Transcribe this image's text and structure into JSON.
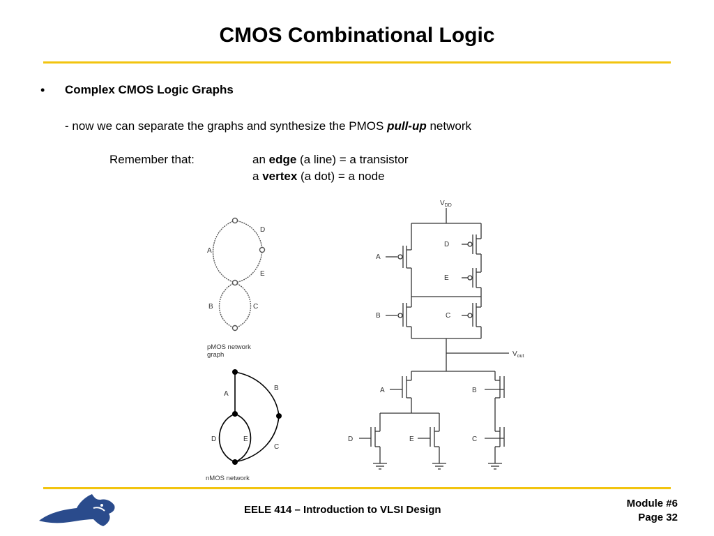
{
  "slide": {
    "title": "CMOS Combinational Logic",
    "bullet": "•",
    "heading": "Complex CMOS Logic Graphs",
    "line1_prefix": "- now we can separate the graphs and synthesize the PMOS ",
    "line1_emph": "pull-up",
    "line1_suffix": " network",
    "remember": "Remember that:",
    "def1_prefix": "an ",
    "def1_term": "edge",
    "def1_suffix": " (a line) = a transistor",
    "def2_prefix": "a ",
    "def2_term": "vertex",
    "def2_suffix": " (a dot) = a node"
  },
  "graphs": {
    "pmos_label_1": "pMOS network",
    "pmos_label_2": "graph",
    "nmos_label": "nMOS network",
    "pmos_edges": {
      "a": "A",
      "b": "B",
      "c": "C",
      "d": "D",
      "e": "E"
    },
    "nmos_edges": {
      "a": "A",
      "b": "B",
      "c": "C",
      "d": "D",
      "e": "E"
    }
  },
  "circuit": {
    "vdd_main": "V",
    "vdd_sub": "DD",
    "vout_main": "V",
    "vout_sub": "out",
    "gates": {
      "pA": "A",
      "pB": "B",
      "pD": "D",
      "pE": "E",
      "pC": "C",
      "nA": "A",
      "nB": "B",
      "nD": "D",
      "nE": "E",
      "nC": "C"
    }
  },
  "footer": {
    "course": "EELE 414 – Introduction to VLSI Design",
    "module": "Module #6",
    "page": "Page 32"
  },
  "colors": {
    "rule": "#f2c40f",
    "logo": "#2a4b8c"
  }
}
